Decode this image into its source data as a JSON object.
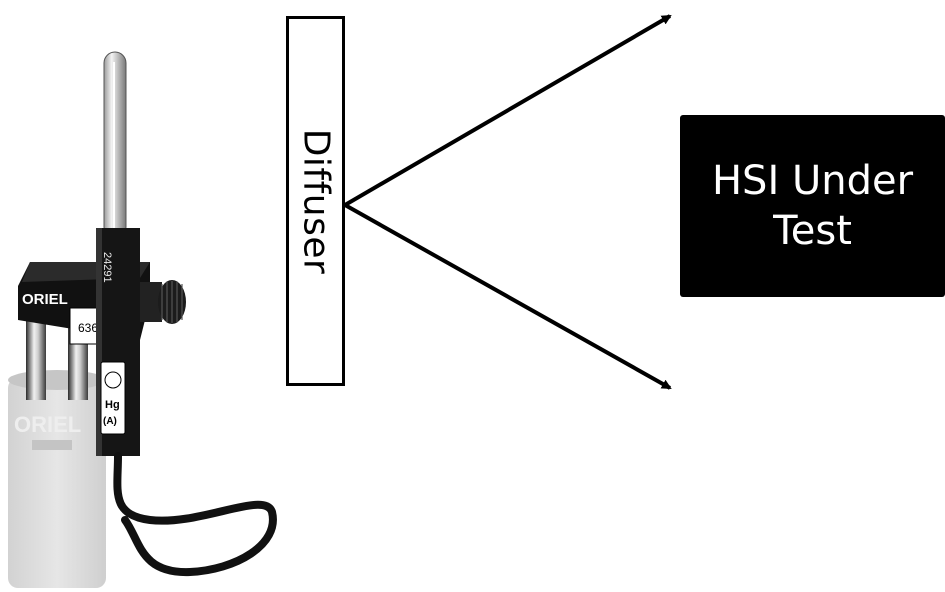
{
  "diffuser": {
    "label": "Diffuser"
  },
  "hsi": {
    "line1": "HSI Under",
    "line2": "Test"
  },
  "lamp": {
    "brand_top": "ORIEL",
    "model_number": "6367O",
    "serial": "24291",
    "element": "Hg",
    "element_type": "(A)",
    "brand_base": "ORIEL"
  },
  "colors": {
    "lamp_body": "#1a1a1a",
    "glass": "#c8c8c8",
    "base_cylinder": "#dadada",
    "hsi_box": "#000000",
    "arrows": "#000000"
  }
}
